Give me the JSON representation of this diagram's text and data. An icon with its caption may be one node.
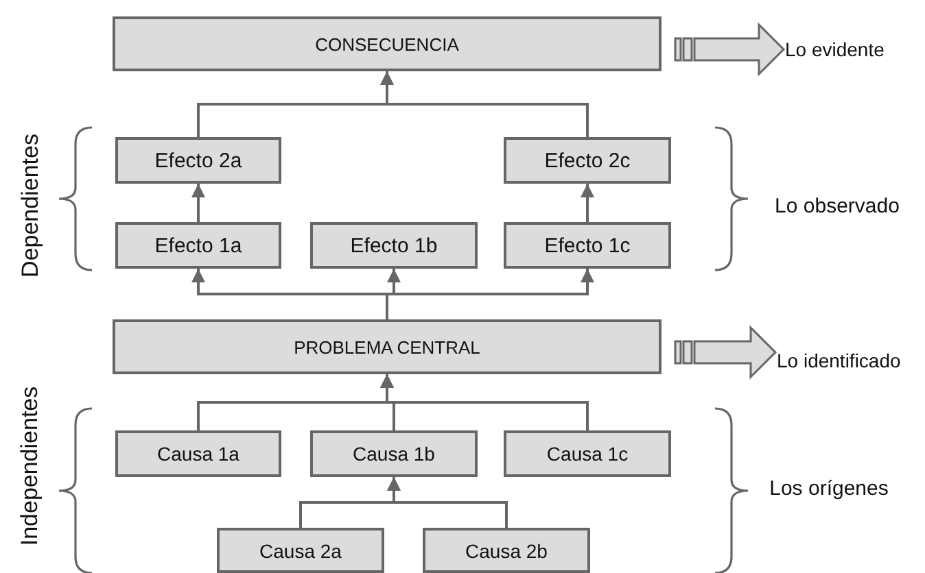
{
  "diagram": {
    "nodes": [
      {
        "text": [
          "CONSECUENCIA"
        ]
      },
      {
        "text": [
          "Lo evidente"
        ]
      },
      {
        "text": [
          "Efecto 2a"
        ]
      },
      {
        "text": [
          "Efecto 2c"
        ]
      },
      {
        "text": [
          "Efecto 1a"
        ]
      },
      {
        "text": [
          "Efecto 1b"
        ]
      },
      {
        "text": [
          "Efecto 1c"
        ]
      },
      {
        "text": [
          "PROBLEMA CENTRAL"
        ]
      },
      {
        "text": [
          "Lo identificado"
        ]
      },
      {
        "text": [
          "Causa 1a"
        ]
      },
      {
        "text": [
          "Causa 1b"
        ]
      },
      {
        "text": [
          "Causa 1c"
        ]
      },
      {
        "text": [
          "Causa 2a"
        ]
      },
      {
        "text": [
          "Causa 2b"
        ]
      }
    ],
    "edges": [
      {
        "from": 0,
        "to": 1,
        "arrow": "to",
        "style": "thick"
      },
      {
        "from": 2,
        "to": 0,
        "arrow": "to"
      },
      {
        "from": 3,
        "to": 0,
        "arrow": "to"
      },
      {
        "from": 4,
        "to": 2,
        "arrow": "to"
      },
      {
        "from": 6,
        "to": 3,
        "arrow": "to"
      },
      {
        "from": 7,
        "to": 4,
        "arrow": "to"
      },
      {
        "from": 7,
        "to": 5,
        "arrow": "to"
      },
      {
        "from": 7,
        "to": 6,
        "arrow": "to"
      },
      {
        "from": 7,
        "to": 8,
        "arrow": "to",
        "style": "thick"
      },
      {
        "from": 9,
        "to": 7,
        "arrow": "to"
      },
      {
        "from": 10,
        "to": 7,
        "arrow": "to"
      },
      {
        "from": 11,
        "to": 7,
        "arrow": "to"
      },
      {
        "from": 12,
        "to": 10,
        "arrow": "to"
      },
      {
        "from": 13,
        "to": 10,
        "arrow": "to"
      }
    ],
    "labels": [
      "Dependientes",
      "Lo observado",
      "Independientes",
      "Los orígenes"
    ]
  }
}
